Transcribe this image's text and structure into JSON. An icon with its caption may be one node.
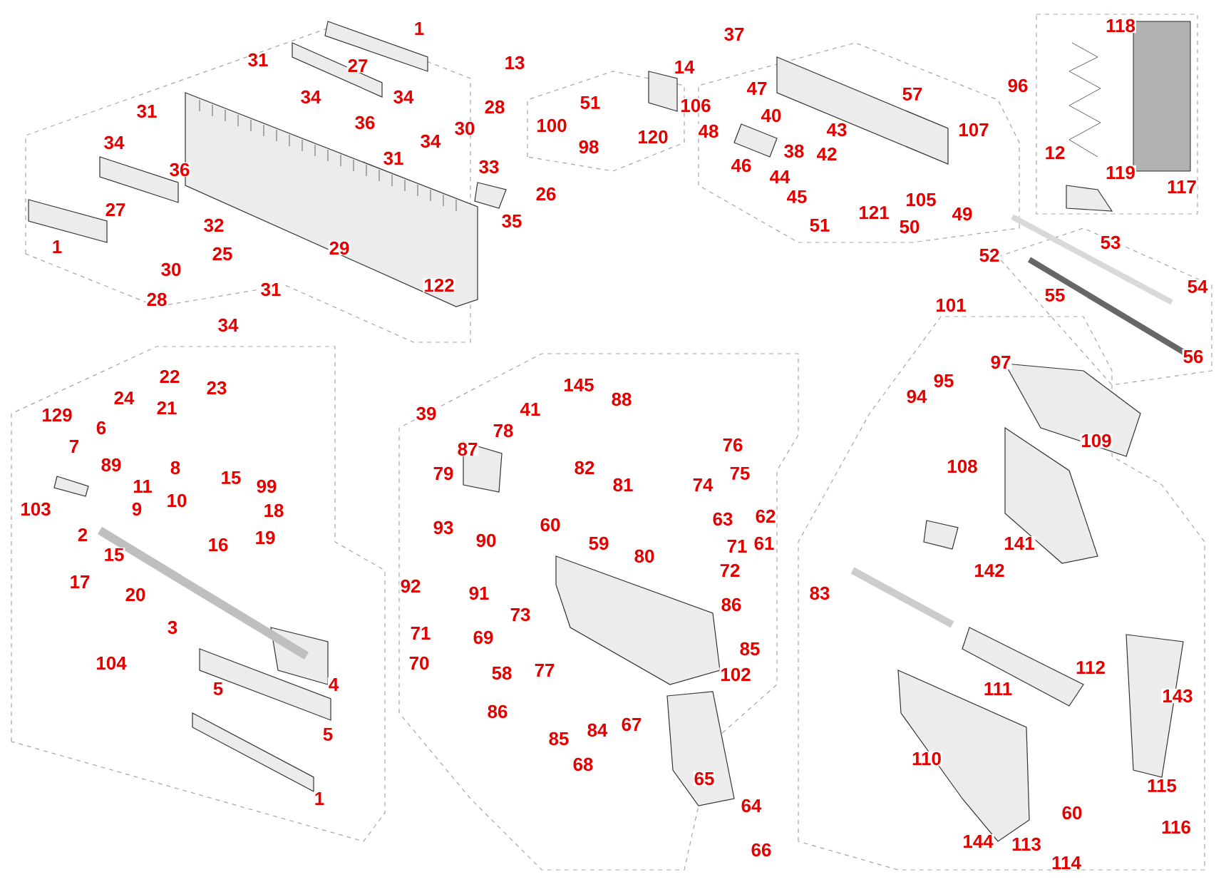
{
  "diagram": {
    "labels": [
      "1",
      "31",
      "27",
      "13",
      "34",
      "34",
      "36",
      "28",
      "14",
      "37",
      "47",
      "57",
      "96",
      "118",
      "31",
      "34",
      "36",
      "30",
      "34",
      "31",
      "51",
      "100",
      "98",
      "120",
      "106",
      "40",
      "48",
      "43",
      "38",
      "42",
      "107",
      "12",
      "119",
      "117",
      "27",
      "32",
      "33",
      "26",
      "35",
      "46",
      "44",
      "45",
      "51",
      "121",
      "105",
      "50",
      "49",
      "1",
      "25",
      "29",
      "52",
      "53",
      "30",
      "31",
      "28",
      "34",
      "122",
      "55",
      "54",
      "101",
      "56",
      "22",
      "23",
      "24",
      "21",
      "39",
      "145",
      "88",
      "41",
      "78",
      "97",
      "95",
      "94",
      "129",
      "6",
      "7",
      "87",
      "76",
      "109",
      "89",
      "8",
      "15",
      "79",
      "82",
      "75",
      "108",
      "11",
      "99",
      "81",
      "74",
      "103",
      "9",
      "10",
      "18",
      "2",
      "16",
      "19",
      "60",
      "59",
      "80",
      "63",
      "62",
      "71",
      "61",
      "72",
      "93",
      "90",
      "92",
      "91",
      "141",
      "142",
      "83",
      "15",
      "17",
      "20",
      "86",
      "85",
      "73",
      "71",
      "69",
      "70",
      "58",
      "102",
      "3",
      "104",
      "112",
      "111",
      "143",
      "5",
      "4",
      "77",
      "86",
      "85",
      "84",
      "67",
      "68",
      "65",
      "110",
      "5",
      "115",
      "60",
      "1",
      "64",
      "144",
      "113",
      "116",
      "114",
      "66"
    ]
  }
}
